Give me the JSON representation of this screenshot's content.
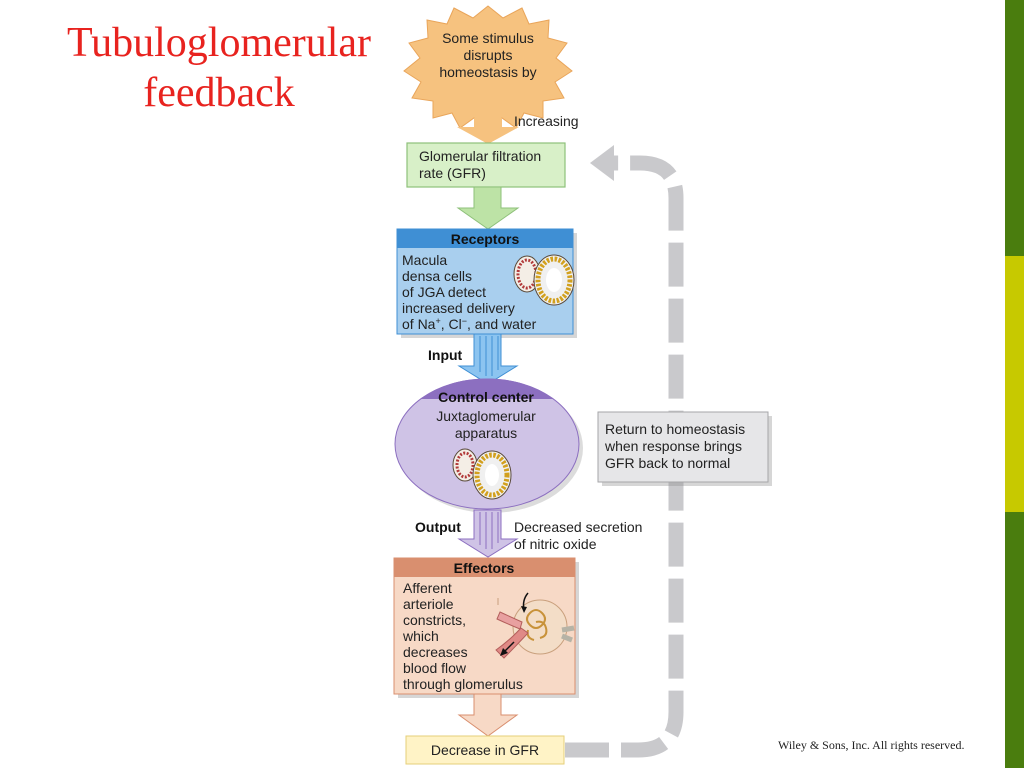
{
  "slide": {
    "title_line1": "Tubuloglomerular",
    "title_line2": "feedback",
    "copyright": "Wiley & Sons, Inc. All rights reserved."
  },
  "colors": {
    "title": "#e8231f",
    "bar_green": "#4a7d0e",
    "bar_yellow": "#c7c900",
    "stimulus": "#f6c27f",
    "gfr_box": "#d8f0c8",
    "receptors": "#a9cfee",
    "receptors_header": "#3f8fd4",
    "control_center": "#cfc3e6",
    "control_header": "#8c6fc0",
    "effectors": "#f7d9c6",
    "effectors_header": "#d98f6f",
    "decrease_box": "#fff3c6",
    "return_loop": "#c9c9cc"
  },
  "diagram": {
    "stimulus": [
      "Some stimulus",
      "disrupts",
      "homeostasis by"
    ],
    "increasing": "Increasing",
    "gfr": [
      "Glomerular filtration",
      "rate (GFR)"
    ],
    "receptors": {
      "header": "Receptors",
      "lines": [
        "Macula",
        "densa cells",
        "of JGA detect",
        "increased delivery"
      ],
      "ions_prefix": "of Na",
      "ions_sup1": "+",
      "ions_mid": ", Cl",
      "ions_sup2": "−",
      "ions_suffix": ", and water"
    },
    "input": "Input",
    "control_center": {
      "header": "Control center",
      "lines": [
        "Juxtaglomerular",
        "apparatus"
      ]
    },
    "return": [
      "Return to homeostasis",
      "when response brings",
      "GFR back to normal"
    ],
    "output": "Output",
    "output_effect": [
      "Decreased secretion",
      "of nitric oxide"
    ],
    "effectors": {
      "header": "Effectors",
      "lines": [
        "Afferent",
        "arteriole",
        "constricts,",
        "which",
        "decreases",
        "blood flow",
        "through glomerulus"
      ]
    },
    "decrease": "Decrease in GFR"
  },
  "icons": [
    "macula-densa-cell-icon",
    "jga-cell-icon",
    "afferent-arteriole-glomerulus-icon"
  ]
}
